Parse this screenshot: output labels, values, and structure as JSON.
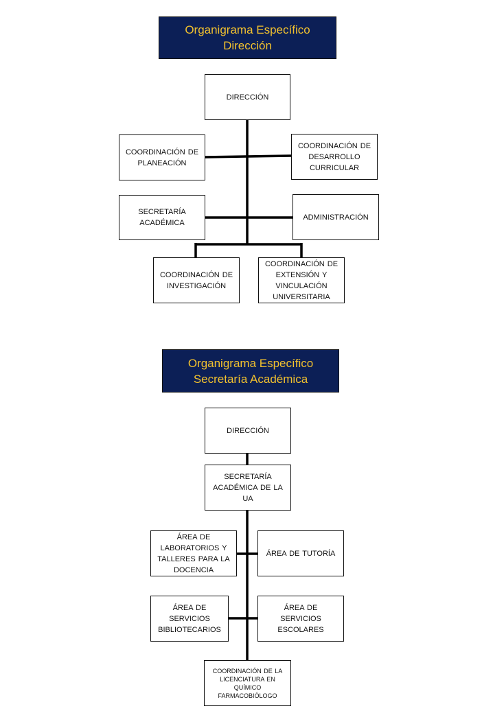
{
  "chart1": {
    "title_line1": "Organigrama Específico",
    "title_line2": "Dirección",
    "nodes": {
      "direccion": "DIRECCIÓN",
      "coord_planeacion": "COORDINACIÓN DE\nPLANEACIÓN",
      "coord_desarrollo": "COORDINACIÓN DE\nDESARROLLO\nCURRICULAR",
      "secretaria_academica": "SECRETARÍA\nACADÉMICA",
      "administracion": "ADMINISTRACIÓN",
      "coord_investigacion": "COORDINACIÓN DE\nINVESTIGACIÓN",
      "coord_extension": "COORDINACIÓN DE\nEXTENSIÓN Y\nVINCULACIÓN\nUNIVERSITARIA"
    }
  },
  "chart2": {
    "title_line1": "Organigrama Específico",
    "title_line2": "Secretaría Académica",
    "nodes": {
      "direccion": "DIRECCIÓN",
      "secretaria_ua": "SECRETARÍA\nACADÉMICA  DE LA\nUA",
      "area_laboratorios": "ÁREA  DE\nLABORATORIOS Y\nTALLERES  PARA LA\nDOCENCIA",
      "area_tutoria": "ÁREA  DE TUTORÍA",
      "area_biblioteca": "ÁREA  DE\nSERVICIOS\nBIBLIOTECARIOS",
      "area_escolares": "ÁREA  DE\nSERVICIOS\nESCOLARES",
      "coord_licenciatura": "COORDINACIÓN DE LA\nLICENCIATURA EN\nQUÍMICO\nFARMACOBIÓLOGO"
    }
  },
  "colors": {
    "title_background": "#0c1f56",
    "title_text": "#f2c12e",
    "lines": "#000000"
  }
}
